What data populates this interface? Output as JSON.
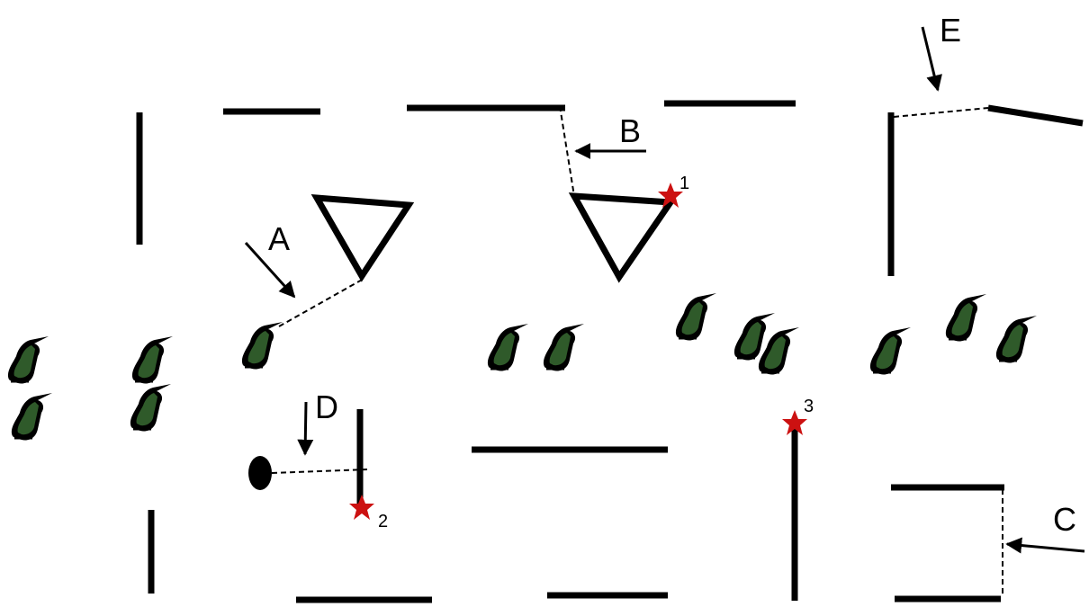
{
  "labels": {
    "A": "A",
    "B": "B",
    "C": "C",
    "D": "D",
    "E": "E"
  },
  "markers": {
    "m1": "1",
    "m2": "2",
    "m3": "3"
  },
  "colors": {
    "wall": "#000000",
    "star": "#cc1111",
    "soldier_body": "#2f5a2a",
    "soldier_outline": "#000000"
  },
  "icons": {
    "soldier": "soldier-icon",
    "star": "star-marker-icon",
    "triangle": "triangle-obstacle-icon",
    "ellipse": "oval-obstacle-icon"
  }
}
